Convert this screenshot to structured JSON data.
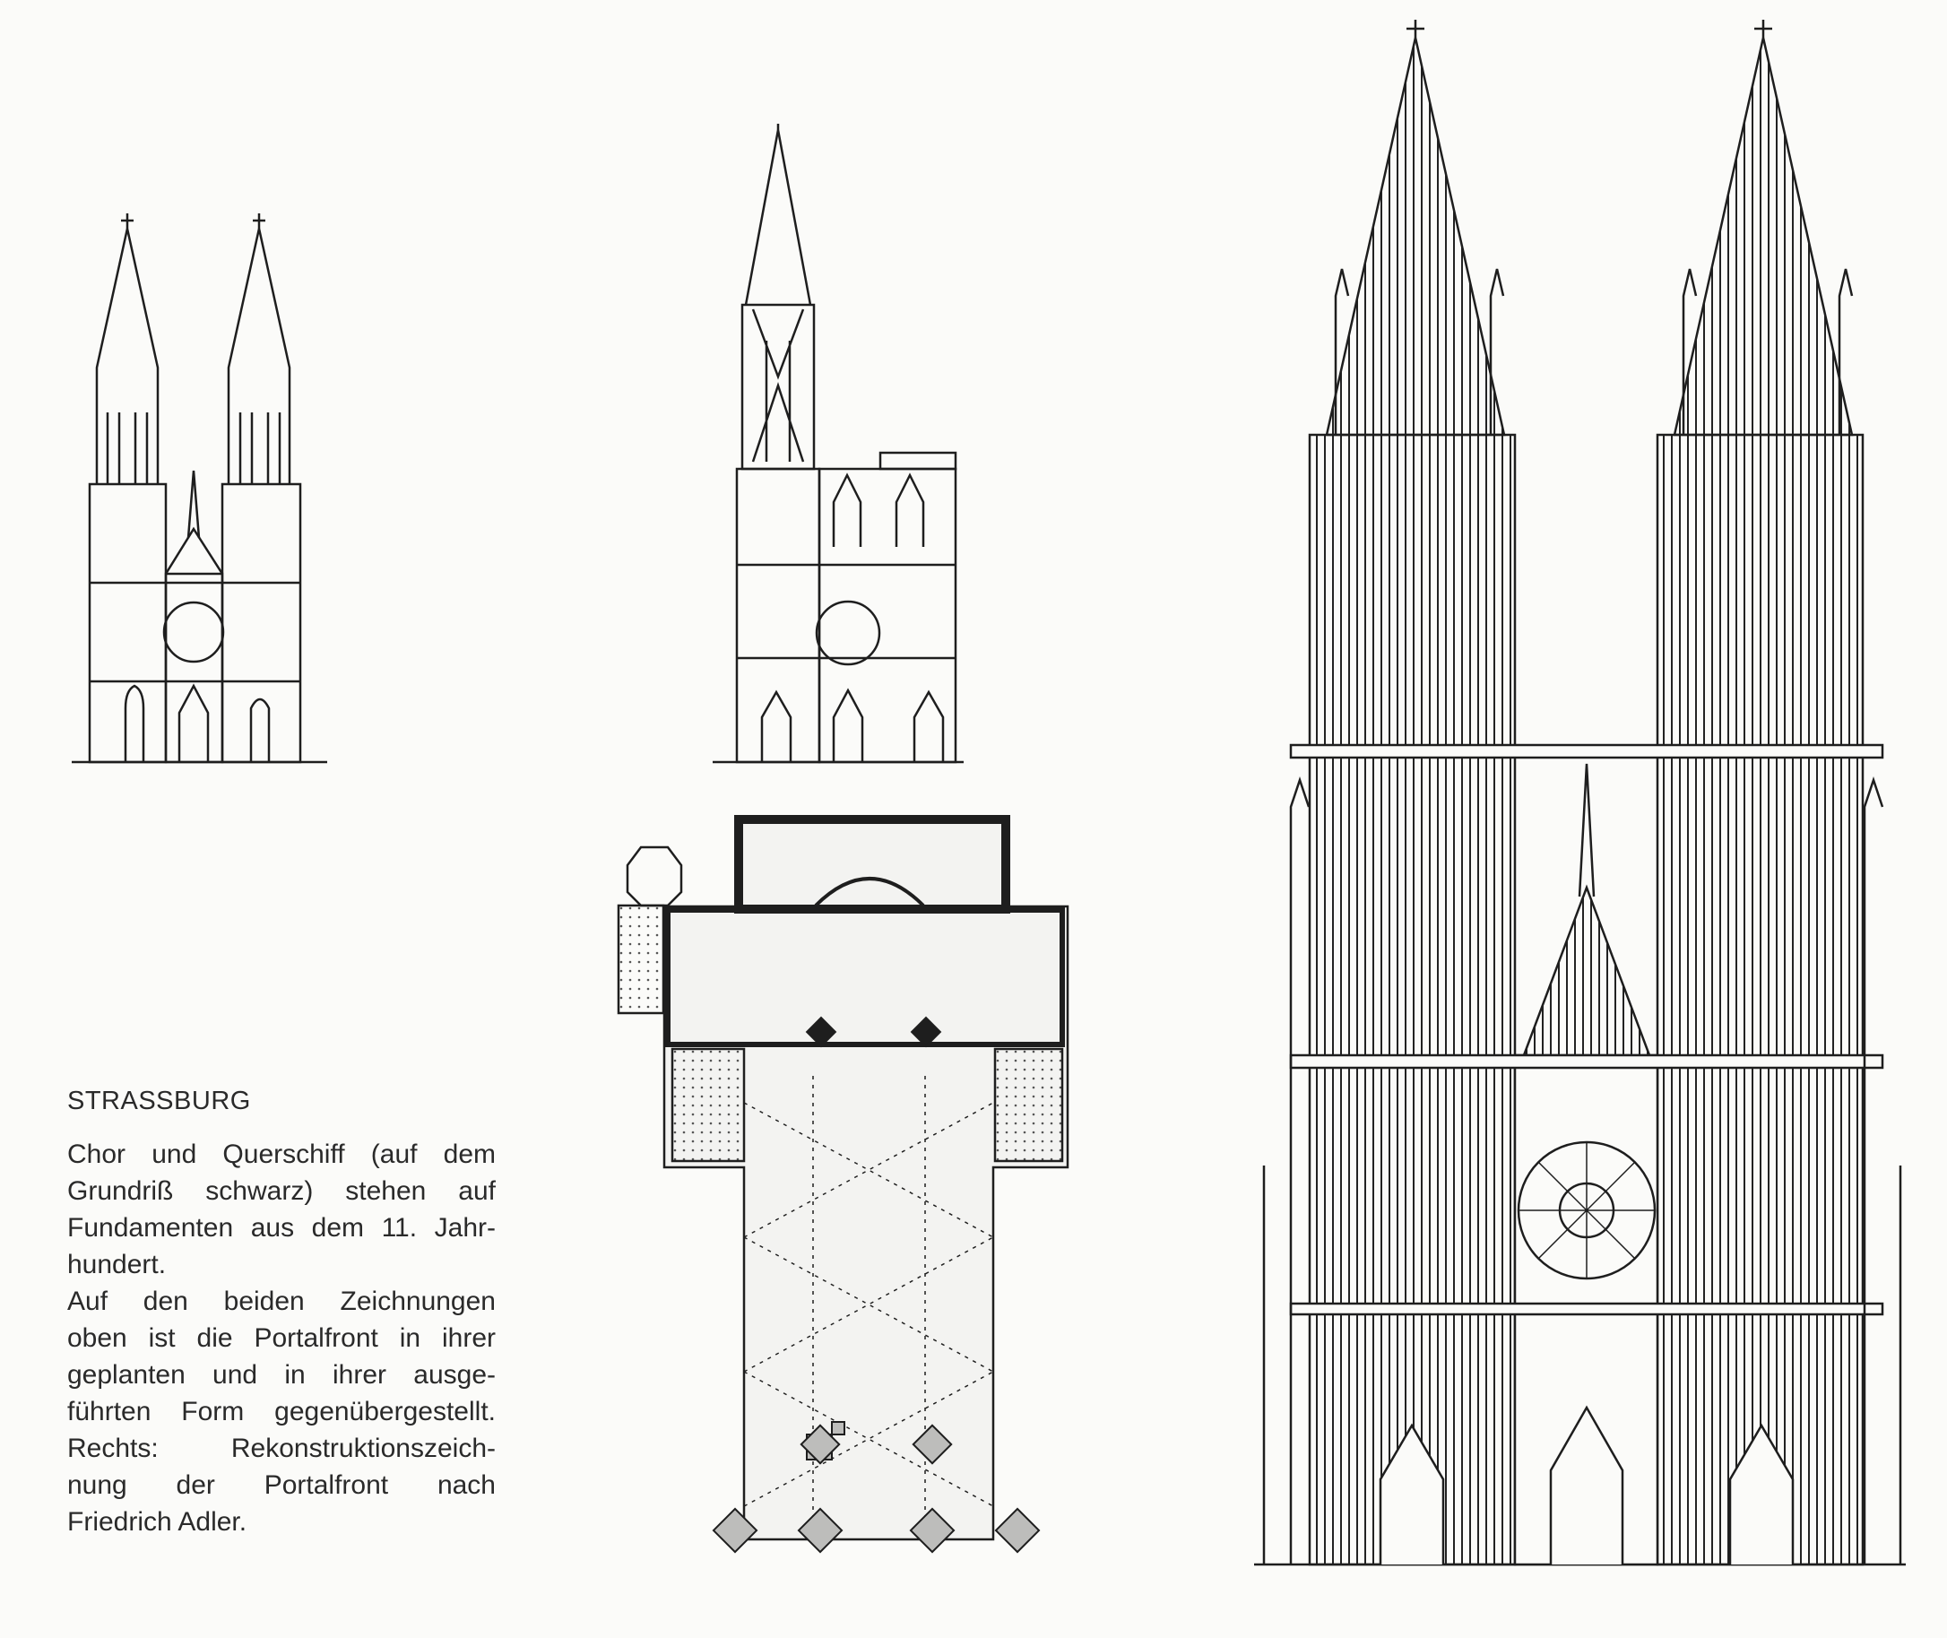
{
  "caption": {
    "title": "STRASSBURG",
    "lines": [
      "Chor und Querschiff (auf dem",
      "Grundriß schwarz) stehen auf",
      "Fundamenten aus dem 11. Jahr-",
      "hundert.",
      "Auf den beiden Zeichnungen",
      "oben ist die Portalfront in ihrer",
      "geplanten und in ihrer ausge-",
      "führten Form gegenübergestellt.",
      "Rechts: Rekonstruktionszeich-",
      "nung der Portalfront nach",
      "Friedrich Adler."
    ]
  },
  "figures": {
    "planned_front": "planned-portal-front-elevation",
    "executed_front": "executed-portal-front-elevation",
    "ground_plan": "cathedral-ground-plan",
    "reconstruction": "portal-front-reconstruction-after-adler"
  },
  "colors": {
    "paper": "#fbfbf9",
    "ink": "#1e1e1e",
    "plan_fill": "#d8d8d6"
  }
}
